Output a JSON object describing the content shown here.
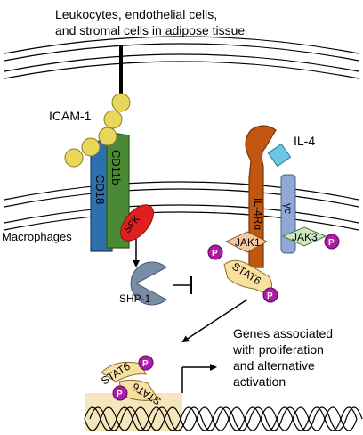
{
  "texts": {
    "top_cells": [
      "Leukocytes, endothelial cells,",
      "and stromal cells in adipose tissue"
    ],
    "icam": "ICAM-1",
    "cd18": "CD18",
    "cd11b": "CD11b",
    "sfk": "SFK",
    "macrophages": "Macrophages",
    "shp1": "SHP-1",
    "il4": "IL-4",
    "il4ra": "IL-4Rα",
    "gamma_c": "γc",
    "jak1": "JAK1",
    "jak3": "JAK3",
    "stat6": "STAT6",
    "stat6_dimer_a": "STAT6",
    "stat6_dimer_b": "STAT6",
    "genes": [
      "Genes associated",
      "with proliferation",
      "and alternative",
      "activation"
    ],
    "phospho": "P"
  },
  "colors": {
    "membrane": "#000000",
    "icam": "#e8d75a",
    "cd18": "#2e6fad",
    "cd11b": "#4a8a35",
    "sfk": "#e02020",
    "shp1": "#7a8da6",
    "il4": "#6cc7e3",
    "il4ra": "#c0560f",
    "gamma_c": "#8fa8d6",
    "jak1": "#f6c9a5",
    "jak3": "#cfe6c3",
    "stat6": "#f8e0a0",
    "phospho": "#b01aa8",
    "dna_band": "#f5e6bb"
  },
  "icons": [
    "inhibition-bar-icon",
    "activation-arrow-icon",
    "transcription-arrow-icon",
    "dna-helix-icon"
  ]
}
